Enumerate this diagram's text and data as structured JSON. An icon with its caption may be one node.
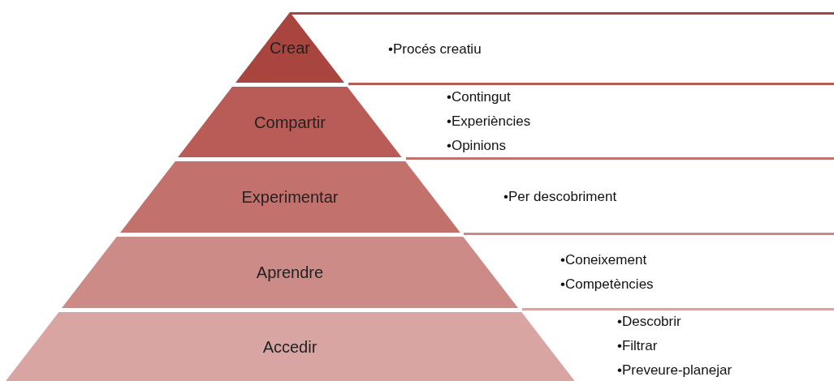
{
  "diagram": {
    "nodes": [
      {
        "text": [
          "Crear"
        ]
      },
      {
        "text": [
          "Compartir"
        ]
      },
      {
        "text": [
          "Experimentar"
        ]
      },
      {
        "text": [
          "Aprendre"
        ]
      },
      {
        "text": [
          "Accedir"
        ]
      },
      {
        "text": [
          "•Procés creatiu"
        ]
      },
      {
        "text": [
          "•Contingut",
          "•Experiències",
          "•Opinions"
        ]
      },
      {
        "text": [
          "•Per descobriment"
        ]
      },
      {
        "text": [
          "•Coneixement",
          "•Competències"
        ]
      },
      {
        "text": [
          "•Descobrir",
          "•Filtrar",
          "•Preveure-planejar"
        ]
      }
    ]
  }
}
